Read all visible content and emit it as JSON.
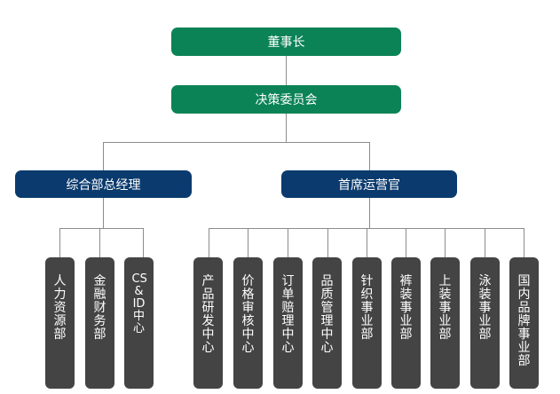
{
  "top": {
    "chairman": "董事长",
    "committee": "决策委员会"
  },
  "managers": {
    "general": "综合部总经理",
    "ceo": "首席运营官"
  },
  "departments": {
    "left": [
      "人\n力\n资\n源\n部",
      "金\n融\n财\n务\n部",
      "CS\n&\nID\n中\n心"
    ],
    "right": [
      "产\n品\n研\n发\n中\n心",
      "价\n格\n审\n核\n中\n心",
      "订\n单\n赔\n理\n中\n心",
      "品\n质\n管\n理\n中\n心",
      "针\n织\n事\n业\n部",
      "裤\n装\n事\n业\n部",
      "上\n装\n事\n业\n部",
      "泳\n装\n事\n业\n部",
      "国\n内\n品\n牌\n事\n业\n部"
    ]
  },
  "colors": {
    "green": "#0b8356",
    "navy": "#0b3b6e",
    "dept": "#444444",
    "line": "#8c8c8c"
  }
}
